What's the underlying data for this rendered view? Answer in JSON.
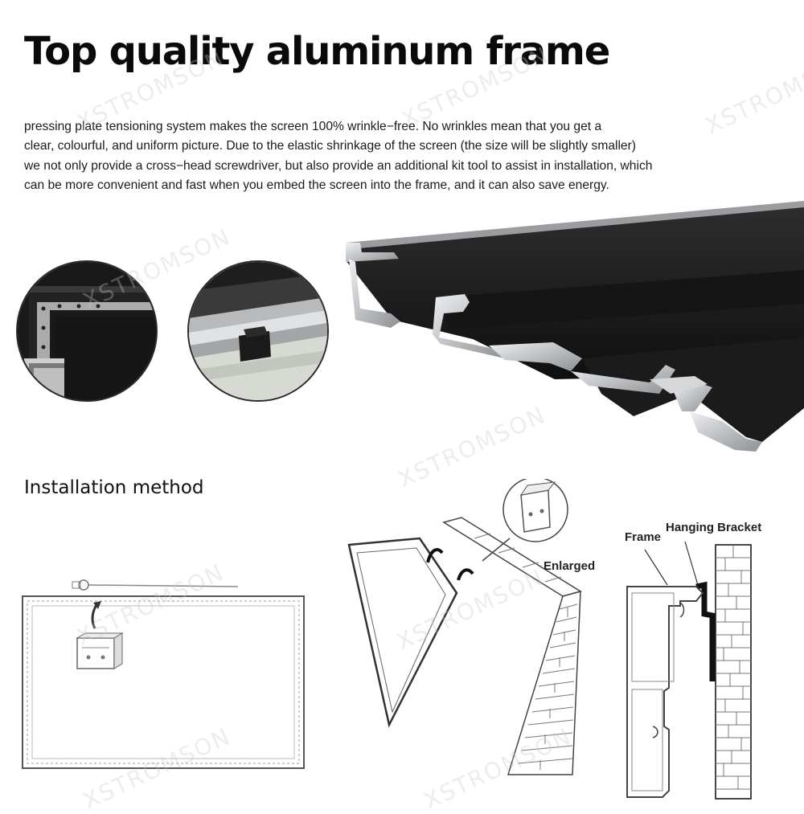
{
  "header": {
    "title": "Top quality aluminum frame"
  },
  "description": {
    "lines": [
      "pressing plate tensioning system makes the screen 100% wrinkle−free. No wrinkles mean that you get a",
      "clear, colourful, and uniform picture. Due to the elastic shrinkage of the screen (the size will be slightly smaller)",
      "we not only provide a cross−head screwdriver, but also provide an additional kit tool to assist in installation, which",
      "can be more convenient and fast when you embed the screen into the frame, and it can also save energy."
    ]
  },
  "installation": {
    "heading": "Installation method",
    "labels": {
      "enlarged": "Enlarged",
      "frame": "Frame",
      "hanging_bracket": "Hanging Bracket"
    }
  },
  "watermark": "XSTROMSON",
  "colors": {
    "background": "#ffffff",
    "frame_black": "#1c1c1c",
    "aluminum": "#c9cbce",
    "text": "#111111"
  },
  "icons": [
    "corner-detail-photo",
    "slider-clip-photo",
    "aluminum-profile-photo",
    "hanging-bracket-icon",
    "brick-wall-icon"
  ]
}
